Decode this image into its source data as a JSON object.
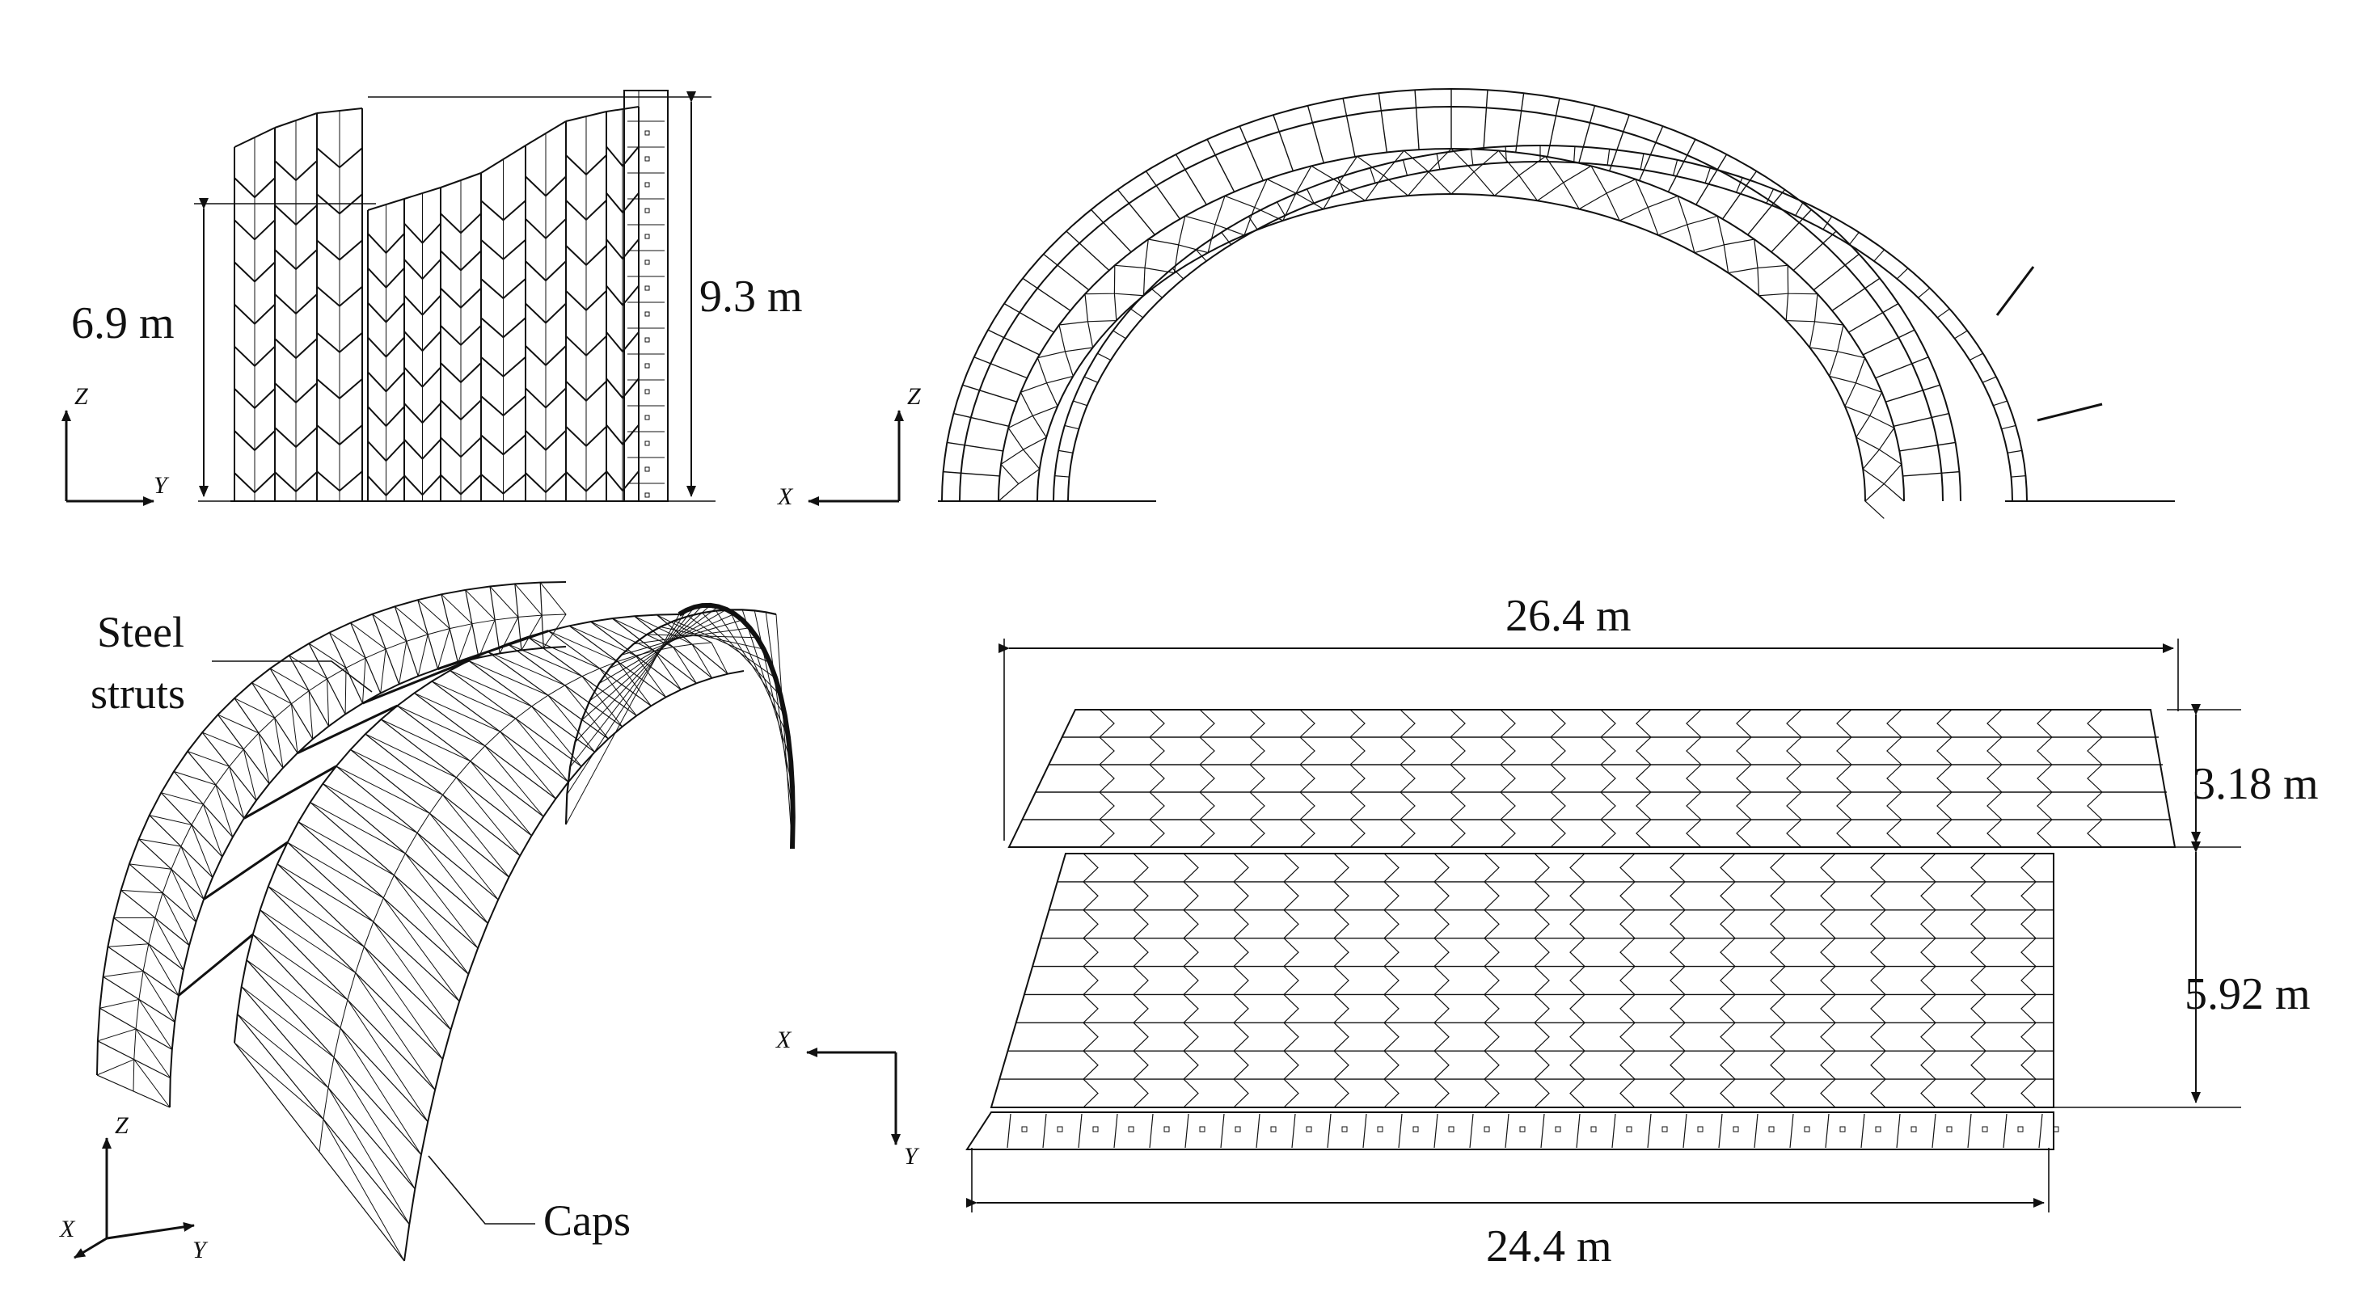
{
  "colors": {
    "line": "#111111",
    "background": "#ffffff"
  },
  "side_view": {
    "dim_total": "9.3 m",
    "dim_low": "6.9 m",
    "axes": {
      "vertical": "Z",
      "horizontal": "Y"
    }
  },
  "front_view": {
    "axes": {
      "vertical": "Z",
      "horizontal": "X"
    }
  },
  "perspective_view": {
    "label_struts_line1": "Steel",
    "label_struts_line2": "struts",
    "label_caps": "Caps",
    "axes": {
      "z": "Z",
      "x": "X",
      "y": "Y"
    }
  },
  "plan_view": {
    "dim_top_width": "26.4 m",
    "dim_bottom_width": "24.4 m",
    "dim_top_depth": "3.18 m",
    "dim_bottom_depth": "5.92 m",
    "axes": {
      "x": "X",
      "y": "Y"
    }
  }
}
